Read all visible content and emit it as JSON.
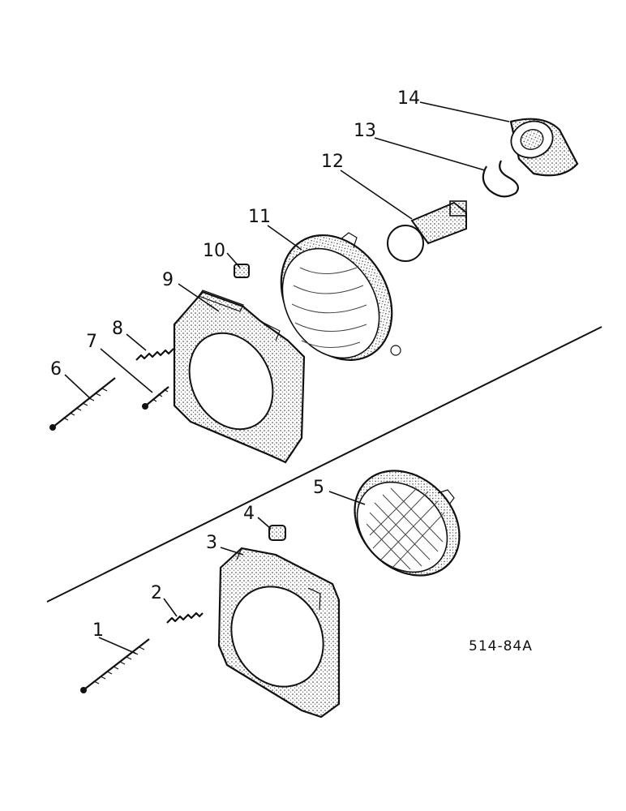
{
  "callouts": [
    "1",
    "2",
    "3",
    "4",
    "5",
    "6",
    "7",
    "8",
    "9",
    "10",
    "11",
    "12",
    "13",
    "14"
  ],
  "drawing_reference": "514-84A",
  "colors": {
    "ink": "#111111",
    "stipple": "#9a9a9a",
    "background": "#ffffff"
  }
}
